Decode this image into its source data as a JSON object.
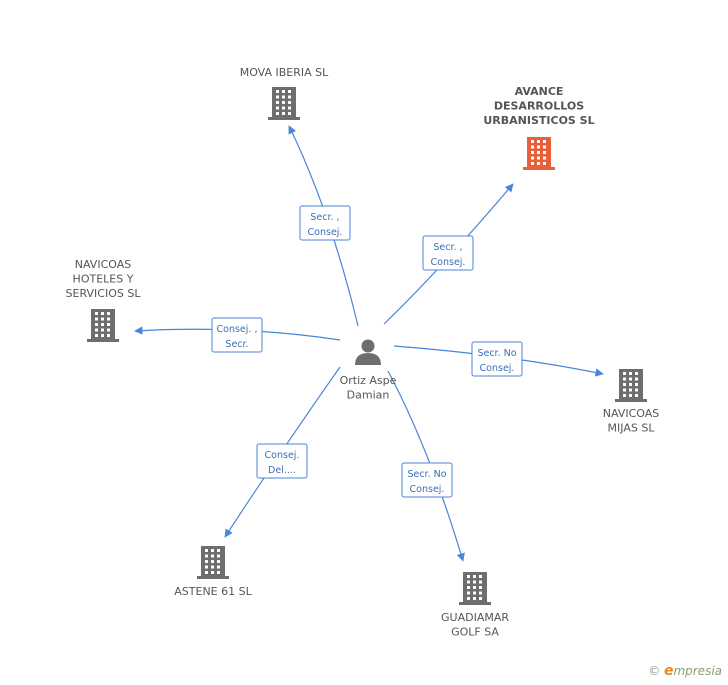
{
  "center": {
    "label_lines": [
      "Ortiz Aspe",
      "Damian"
    ],
    "icon": "person-icon"
  },
  "companies": [
    {
      "id": "mova",
      "label_lines": [
        "MOVA IBERIA SL"
      ],
      "icon": "building-icon",
      "highlight": false
    },
    {
      "id": "avance",
      "label_lines": [
        "AVANCE",
        "DESARROLLOS",
        "URBANISTICOS SL"
      ],
      "icon": "building-icon",
      "highlight": true
    },
    {
      "id": "navicoas_hoteles",
      "label_lines": [
        "NAVICOAS",
        "HOTELES Y",
        "SERVICIOS SL"
      ],
      "icon": "building-icon",
      "highlight": false
    },
    {
      "id": "navicoas_mijas",
      "label_lines": [
        "NAVICOAS",
        "MIJAS SL"
      ],
      "icon": "building-icon",
      "highlight": false
    },
    {
      "id": "astene",
      "label_lines": [
        "ASTENE 61 SL"
      ],
      "icon": "building-icon",
      "highlight": false
    },
    {
      "id": "guadiamar",
      "label_lines": [
        "GUADIAMAR",
        "GOLF SA"
      ],
      "icon": "building-icon",
      "highlight": false
    }
  ],
  "edges": [
    {
      "to": "mova",
      "label_lines": [
        "Secr. ,",
        "Consej."
      ]
    },
    {
      "to": "avance",
      "label_lines": [
        "Secr. ,",
        "Consej."
      ]
    },
    {
      "to": "navicoas_hoteles",
      "label_lines": [
        "Consej. ,",
        "Secr."
      ]
    },
    {
      "to": "navicoas_mijas",
      "label_lines": [
        "Secr.  No",
        "Consej."
      ]
    },
    {
      "to": "astene",
      "label_lines": [
        "Consej.",
        "Del...."
      ]
    },
    {
      "to": "guadiamar",
      "label_lines": [
        "Secr.  No",
        "Consej."
      ]
    }
  ],
  "colors": {
    "edge": "#4a86d8",
    "building": "#6e6e6e",
    "building_highlight": "#e8603a",
    "person": "#6e6e6e"
  },
  "footer": {
    "copyright_symbol": "©",
    "brand_initial": "e",
    "brand_rest": "mpresia"
  }
}
